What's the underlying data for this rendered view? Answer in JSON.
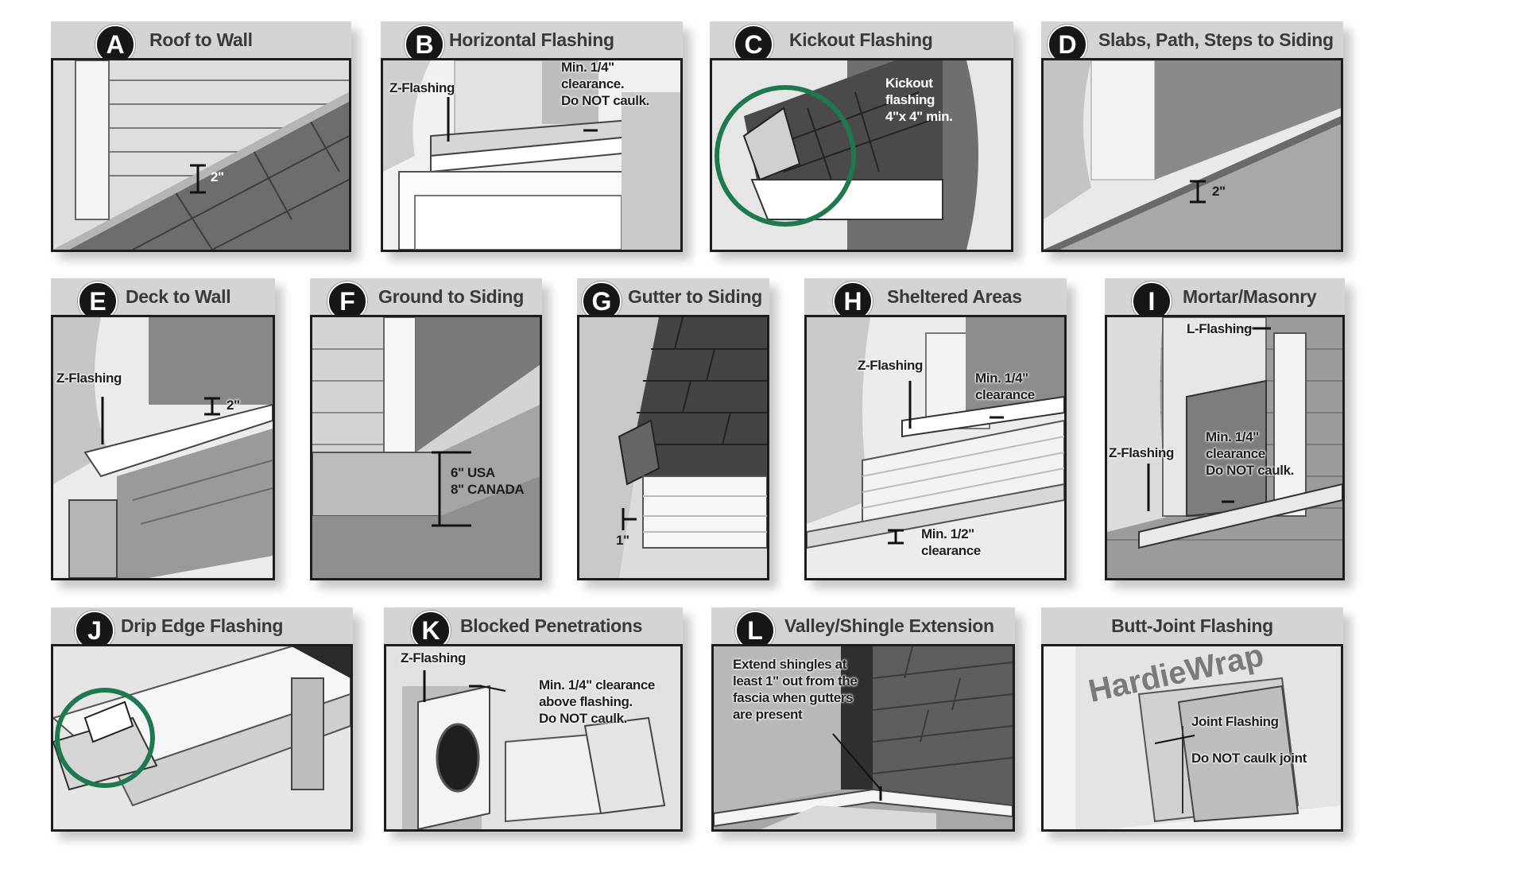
{
  "colors": {
    "header_bg": "#d4d4d4",
    "badge_bg": "#161616",
    "callout_circle": "#1e7a4d",
    "frame": "#1d1d1d"
  },
  "panels": [
    {
      "letter": "A",
      "title": "Roof to Wall",
      "notes": [
        "2\""
      ]
    },
    {
      "letter": "B",
      "title": "Horizontal Flashing",
      "notes": [
        "Z-Flashing",
        "Min. 1/4\"\nclearance.\nDo NOT caulk."
      ]
    },
    {
      "letter": "C",
      "title": "Kickout Flashing",
      "notes": [
        "Kickout\nflashing\n4\"x 4\" min."
      ]
    },
    {
      "letter": "D",
      "title": "Slabs, Path, Steps to Siding",
      "notes": [
        "2\""
      ]
    },
    {
      "letter": "E",
      "title": "Deck to Wall",
      "notes": [
        "Z-Flashing",
        "2\""
      ]
    },
    {
      "letter": "F",
      "title": "Ground to Siding",
      "notes": [
        "6\" USA\n8\" CANADA"
      ]
    },
    {
      "letter": "G",
      "title": "Gutter to Siding",
      "notes": [
        "1\""
      ]
    },
    {
      "letter": "H",
      "title": "Sheltered Areas",
      "notes": [
        "Z-Flashing",
        "Min. 1/4\"\nclearance",
        "Min. 1/2\"\nclearance"
      ]
    },
    {
      "letter": "I",
      "title": "Mortar/Masonry",
      "notes": [
        "L-Flashing",
        "Z-Flashing",
        "Min. 1/4\"\nclearance\nDo NOT caulk."
      ]
    },
    {
      "letter": "J",
      "title": "Drip Edge Flashing",
      "notes": []
    },
    {
      "letter": "K",
      "title": "Blocked Penetrations",
      "notes": [
        "Z-Flashing",
        "Min. 1/4\" clearance\nabove flashing.\nDo NOT caulk."
      ]
    },
    {
      "letter": "L",
      "title": "Valley/Shingle Extension",
      "notes": [
        "Extend shingles at\nleast 1\" out from the\nfascia when gutters\nare present"
      ]
    },
    {
      "letter": "",
      "title": "Butt-Joint Flashing",
      "notes": [
        "Joint Flashing",
        "Do NOT caulk joint"
      ]
    }
  ]
}
